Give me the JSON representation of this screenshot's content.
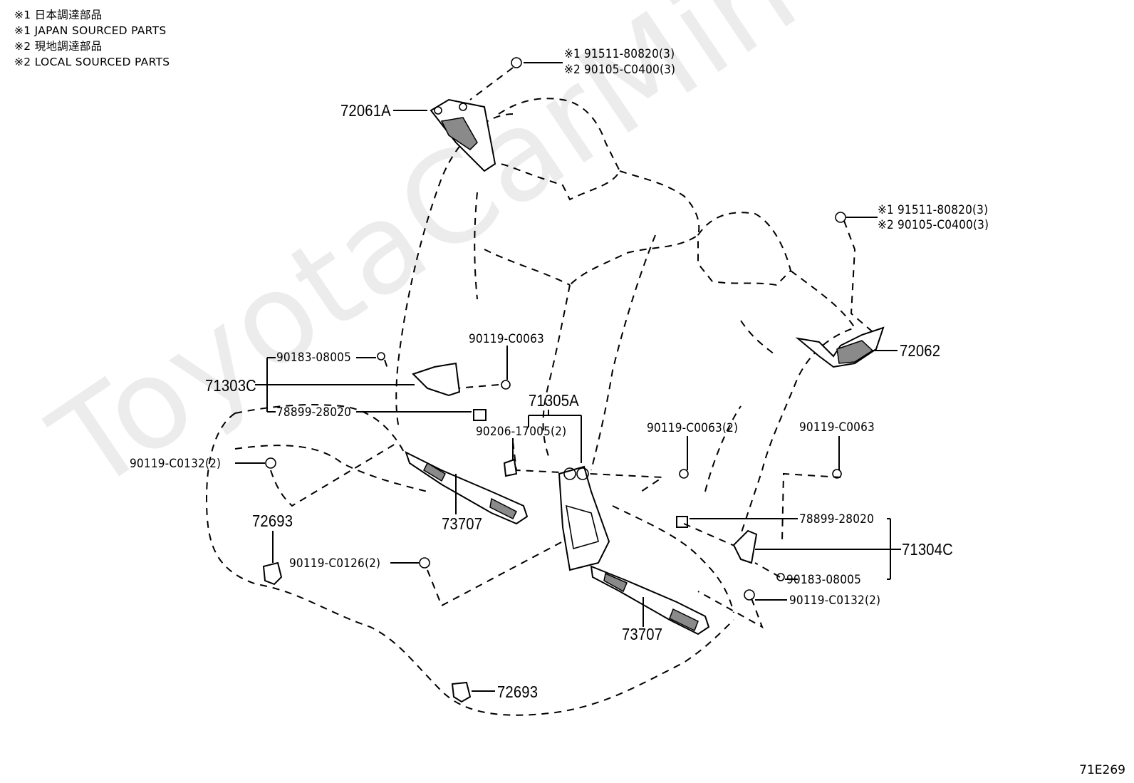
{
  "legend": [
    "※1 日本調達部品",
    "※1 JAPAN SOURCED PARTS",
    "※2 現地調達部品",
    "※2 LOCAL SOURCED PARTS"
  ],
  "watermark": "ToyotaCarMine.ru",
  "diagram_code": "71E269",
  "labels": {
    "bolt_top_l1": "※1 91511-80820(3)",
    "bolt_top_l2": "※2 90105-C0400(3)",
    "bolt_right_l1": "※1 91511-80820(3)",
    "bolt_right_l2": "※2 90105-C0400(3)",
    "hinge_left": "72061A",
    "hinge_right": "72062",
    "bracket_left": "71303C",
    "bracket_left_nut": "90183-08005",
    "bracket_left_bolt": "78899-28020",
    "center_bracket": "71305A",
    "center_screw": "90206-17005(2)",
    "screw_top_center": "90119-C0063",
    "screw_left_lower": "90119-C0132(2)",
    "clip_left": "72693",
    "trim_left": "73707",
    "screw_left_bottom": "90119-C0126(2)",
    "screw_center_right": "90119-C0063(2)",
    "screw_right": "90119-C0063",
    "bracket_right_bolt": "78899-28020",
    "bracket_right": "71304C",
    "bracket_right_nut": "90183-08005",
    "screw_right_lower": "90119-C0132(2)",
    "trim_right": "73707",
    "clip_bottom": "72693"
  }
}
